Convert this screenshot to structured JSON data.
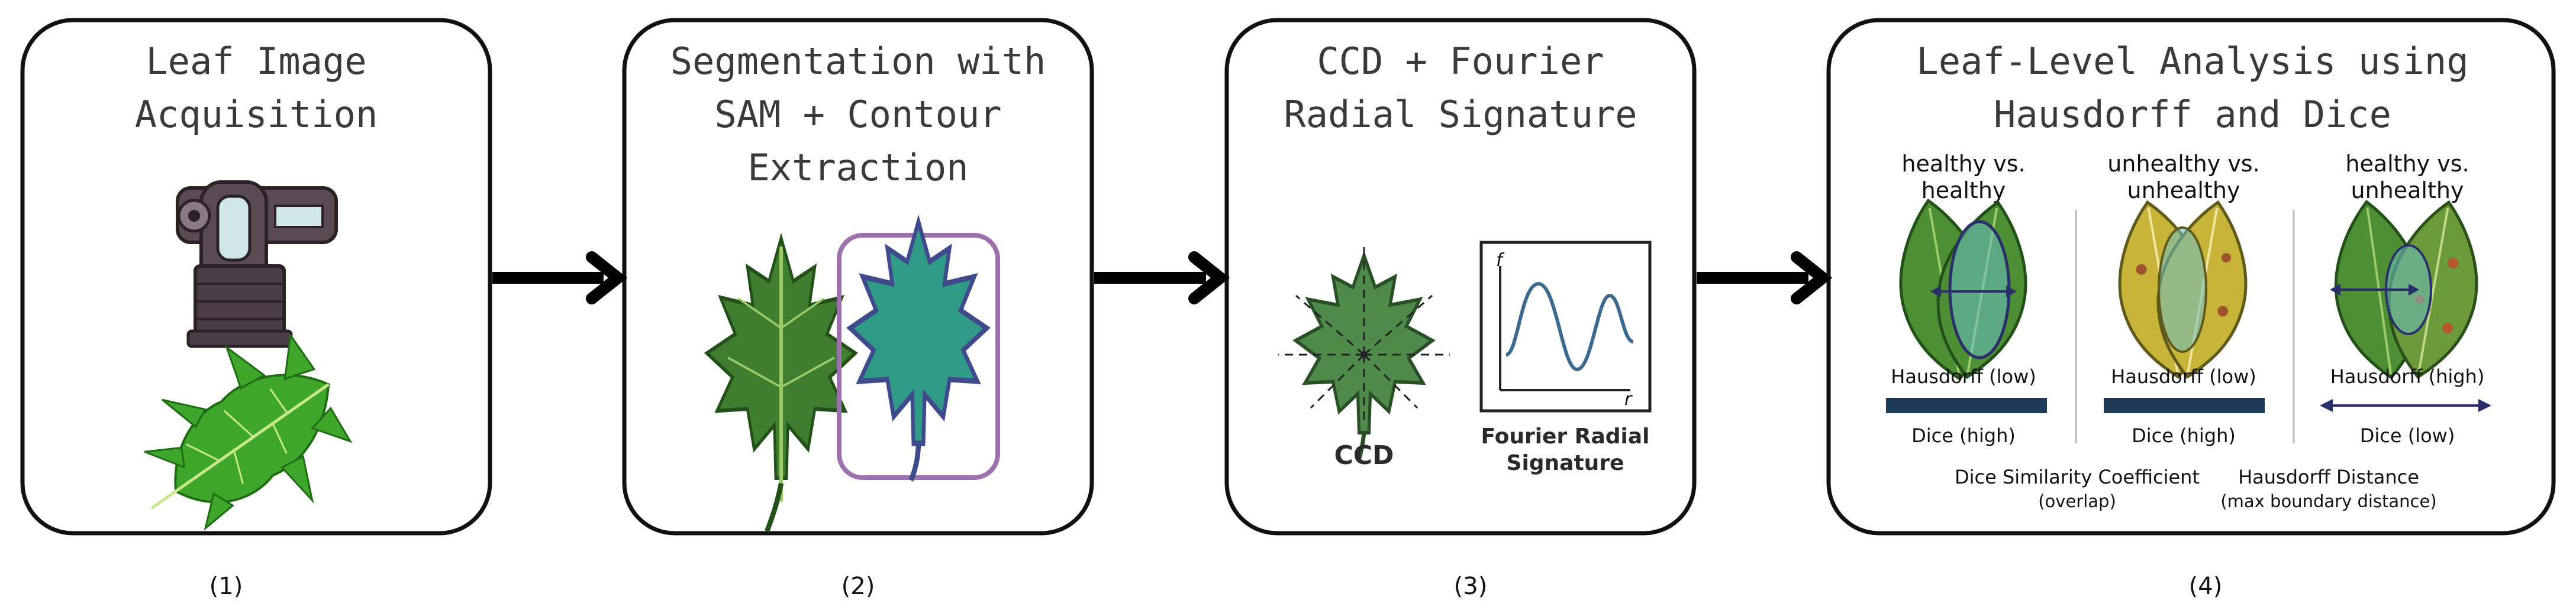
{
  "panels": [
    {
      "title_lines": [
        "Leaf Image",
        "Acquisition"
      ],
      "number": "(1)"
    },
    {
      "title_lines": [
        "Segmentation with",
        "SAM + Contour",
        "Extraction"
      ],
      "number": "(2)"
    },
    {
      "title_lines": [
        "CCD + Fourier",
        "Radial Signature"
      ],
      "number": "(3)",
      "ccd_label": "CCD",
      "fourier_label_lines": [
        "Fourier Radial",
        "Signature"
      ],
      "axis_f": "f",
      "axis_r": "r"
    },
    {
      "title_lines": [
        "Leaf-Level Analysis using",
        "Hausdorff and Dice"
      ],
      "number": "(4)",
      "comparisons": [
        {
          "heading_lines": [
            "healthy vs.",
            "healthy"
          ],
          "hausdorff": "Hausdorff (low)",
          "dice": "Dice (high)"
        },
        {
          "heading_lines": [
            "unhealthy vs.",
            "unhealthy"
          ],
          "hausdorff": "Hausdorff (low)",
          "dice": "Dice (high)"
        },
        {
          "heading_lines": [
            "healthy vs.",
            "unhealthy"
          ],
          "hausdorff": "Hausdorff (high)",
          "dice": "Dice (low)"
        }
      ],
      "legend": {
        "dice_title": "Dice Similarity Coefficient",
        "dice_note": "(overlap)",
        "hausdorff_title": "Hausdorff Distance",
        "hausdorff_note": "(max boundary distance)"
      }
    }
  ],
  "colors": {
    "leaf_dark": "#3f7d2f",
    "leaf_mid": "#4e8f39",
    "teal": "#2f9a86",
    "yellow_leaf": "#c9b43a",
    "navy": "#1d3a57",
    "purple_frame": "#9b72ad"
  }
}
